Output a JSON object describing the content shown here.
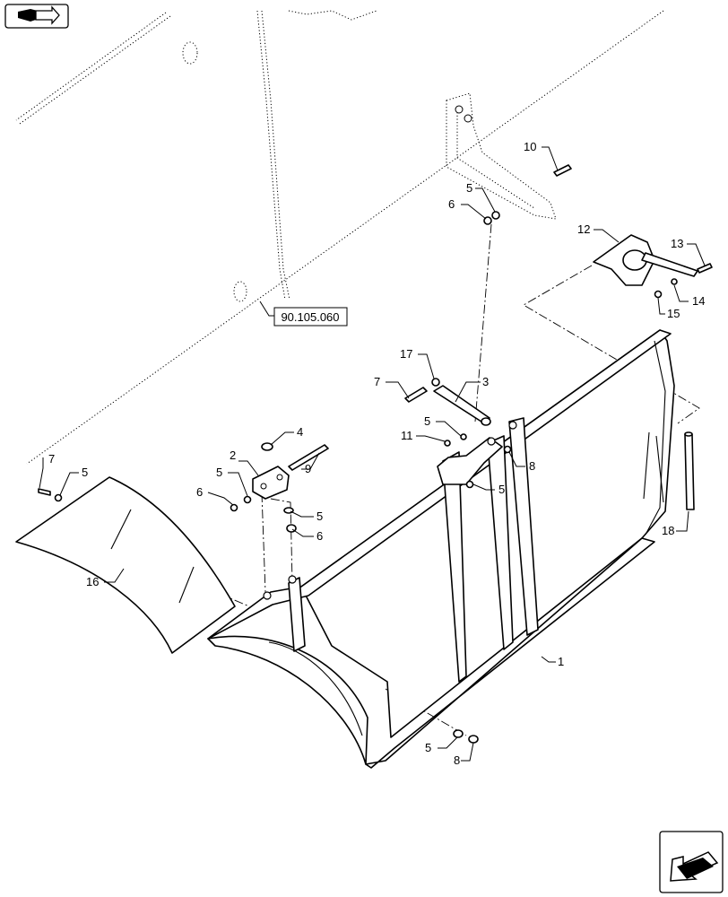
{
  "diagram": {
    "reference": "90.105.060",
    "callouts": [
      "1",
      "2",
      "3",
      "4",
      "5",
      "6",
      "7",
      "8",
      "9",
      "10",
      "11",
      "12",
      "13",
      "14",
      "15",
      "16",
      "17",
      "18"
    ]
  },
  "nav": {
    "top_button_icon": "previous-page-icon",
    "bottom_button_icon": "next-page-icon"
  }
}
